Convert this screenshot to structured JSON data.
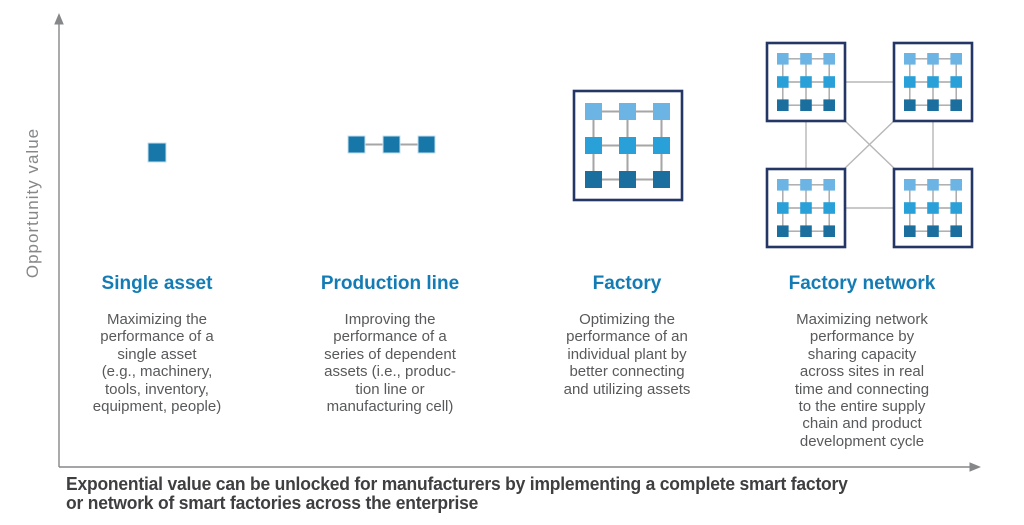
{
  "colors": {
    "heading_blue": "#147cb4",
    "square_blue": "#1777a8",
    "square_light": "#6cb4e3",
    "square_mid": "#2aa0d8",
    "square_dark": "#1a6f9e",
    "navy_border": "#243665",
    "connector_gray": "#a6a6a6",
    "axis_gray": "#858789",
    "body_text": "#58595b",
    "caption_text": "#3f3f41"
  },
  "axis": {
    "y_label": "Opportunity value"
  },
  "columns": [
    {
      "icon": "single-square-icon",
      "title": "Single asset",
      "description": "Maximizing the\nperformance of a\nsingle asset\n(e.g., machinery,\ntools, inventory,\nequipment, people)"
    },
    {
      "icon": "three-squares-icon",
      "title": "Production line",
      "description": "Improving the\nperformance of a\nseries of dependent\nassets (i.e., produc-\ntion line or\nmanufacturing cell)"
    },
    {
      "icon": "grid-3x3-icon",
      "title": "Factory",
      "description": "Optimizing the\nperformance of an\nindividual plant by\nbetter connecting\nand utilizing assets"
    },
    {
      "icon": "network-of-grids-icon",
      "title": "Factory network",
      "description": "Maximizing network\nperformance by\nsharing capacity\nacross sites in real\ntime and connecting\nto the entire supply\nchain and product\ndevelopment cycle"
    }
  ],
  "caption": "Exponential value can be unlocked for manufacturers by implementing a complete smart factory\nor network of smart factories across the enterprise"
}
